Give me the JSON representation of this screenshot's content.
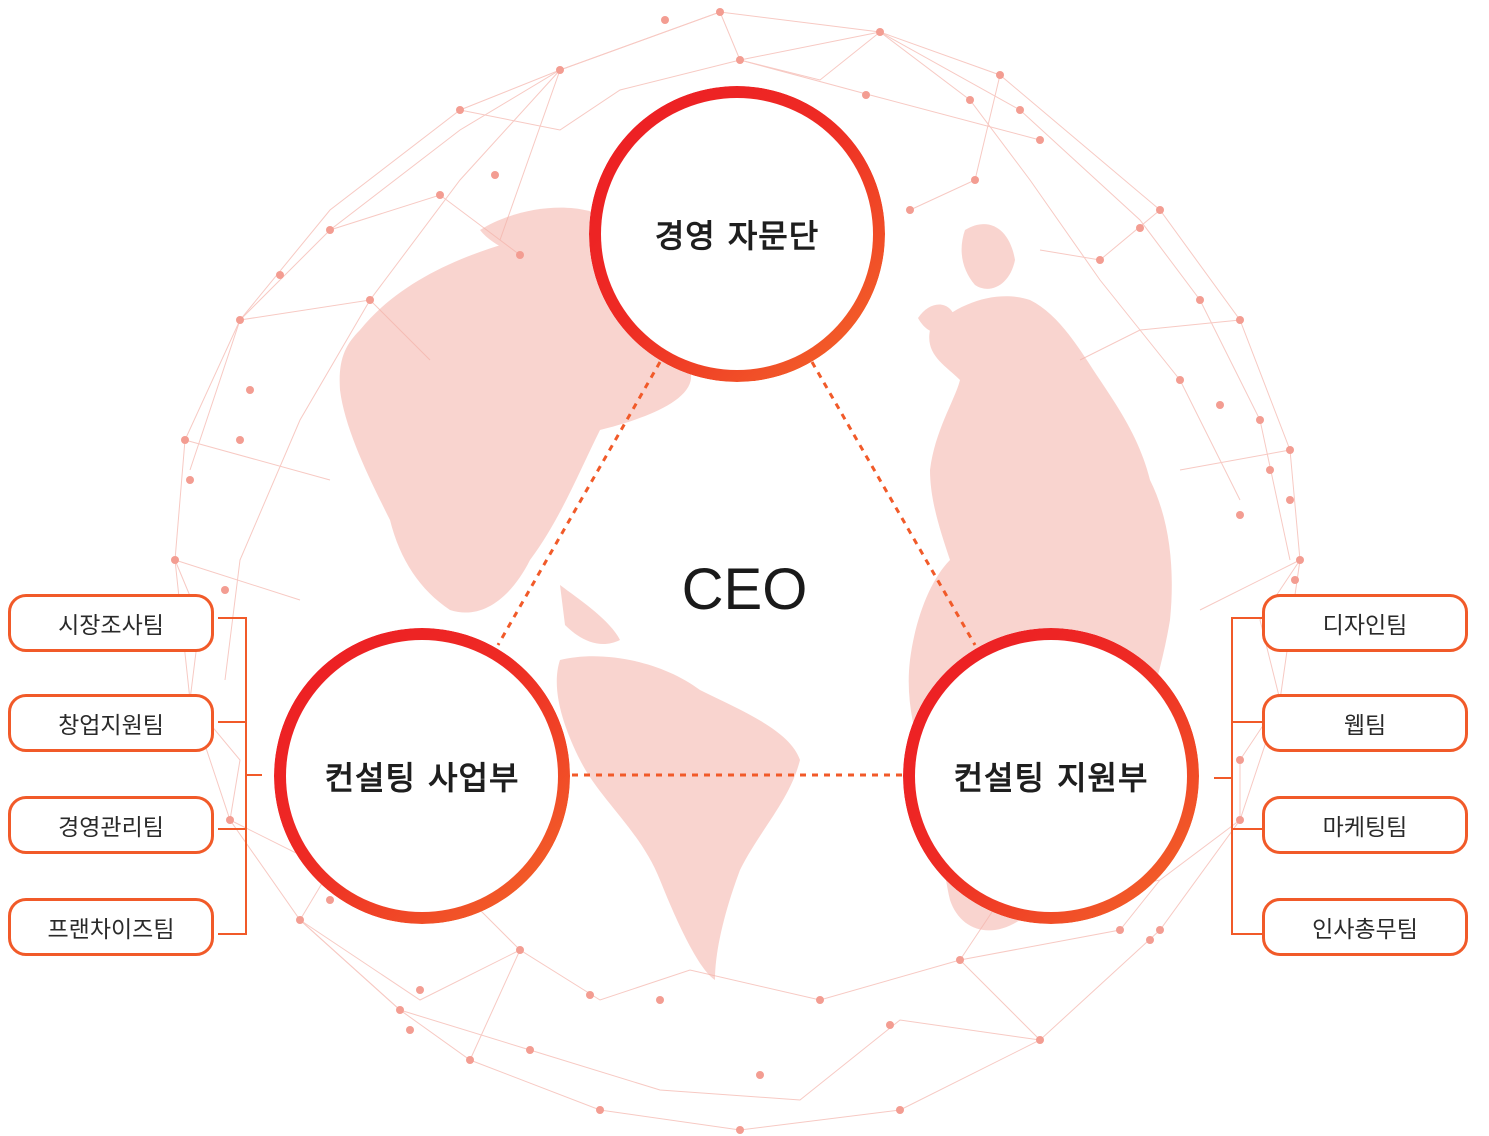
{
  "ceo": {
    "label": "CEO"
  },
  "advisory": {
    "label": "경영 자문단"
  },
  "business_division": {
    "label": "컨설팅 사업부",
    "teams": [
      "시장조사팀",
      "창업지원팀",
      "경영관리팀",
      "프랜차이즈팀"
    ]
  },
  "support_division": {
    "label": "컨설팅 지원부",
    "teams": [
      "디자인팀",
      "웹팀",
      "마케팅팀",
      "인사총무팀"
    ]
  },
  "colors": {
    "accent": "#ec1c24",
    "accent_orange": "#f15a29",
    "globe_land": "#f9d3cf",
    "network_line": "#f4b8b0"
  }
}
